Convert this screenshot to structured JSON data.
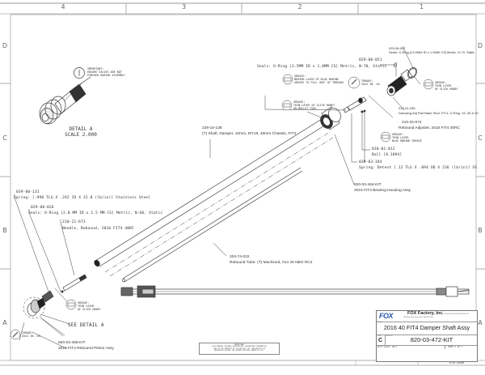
{
  "border": {
    "columns": [
      "4",
      "3",
      "2",
      "1"
    ],
    "rows": [
      "D",
      "C",
      "B",
      "A"
    ]
  },
  "detail_view": {
    "title": "DETAIL  A",
    "scale": "SCALE  2.000",
    "note": "IMPORTANT:\nENSURE VALVES ARE NOT\nPINCHED DURING ASSEMBLY"
  },
  "callouts": {
    "oring_large": {
      "part": "029-08-047",
      "desc": "Seals: O-Ring [13.0MM ID x 1.0MM CS] Metric, N-70, Static"
    },
    "oring_small": {
      "part": "029-08-051",
      "desc": "Seals: O-Ring [3.5MM ID x 1.0MM CS] Metric, N-70, Static"
    },
    "base_stud": {
      "part": "210-24-256",
      "desc": "Damping Adj Part Base Stud, FIT4, O-Ring, 34, 36 & 40"
    },
    "rebound_adjuster": {
      "part": "210-22-674",
      "desc": "Rebound Adjuster, 2016 FIT4 40RC"
    },
    "ball": {
      "part": "010-01-012",
      "desc": "Ball [0.1094]"
    },
    "detent_spring": {
      "part": "039-03-344",
      "desc": "Spring: Detent [.12 TLG X .094 OD X 236 (lb/in)] SS"
    },
    "bearing_housing": {
      "part": "820-03-464-KIT",
      "desc": "2016 FIT4 Bearing Housing Assy"
    },
    "shaft": {
      "part": "229-10-138",
      "desc": "(T) Shaft, Damper, 10mm, MY16, 40mm Chassis, FIT4"
    },
    "spring_ss": {
      "part": "039-00-131",
      "desc": "Spring: [.990 TLG X .242 ID X 22.0 (lb/in)] Stainless Steel"
    },
    "oring_needle": {
      "part": "029-08-026",
      "desc": "Seals: O-Ring [2.0 MM ID x 1.5 MM CS] Metric, N-60, Static"
    },
    "needle": {
      "part": "210-22-673",
      "desc": "Needle, Rebound, 2016 FIT4 40RC"
    },
    "rebound_tube": {
      "part": "204-74-022",
      "desc": "Rebound Tube: (T) Machined, 014 40 NBO RC2"
    },
    "piston_assy": {
      "part": "820-03-465-KIT",
      "desc": "2016 FIT4 Rebound Piston Assy"
    },
    "see_detail": "SEE DETAIL  A"
  },
  "notes": {
    "grease_blue_threads": "GREASE:\nMEDIUM LAYER OF BLUE MARINE\nGREASE TO FULL 360° OF THREADS",
    "torque_top": "TORQUE:\n20±2 IN. LB.",
    "grease_slick_bullet": "GREASE:\nTHIN LAYER OF SLICK HONEY\nON BULLET TOOL",
    "grease_slick_top": "GREASE:\nTHIN LAYER\nOF SLICK HONEY",
    "grease_blue_thin": "GREASE:\nTHIN LAYER\nBLUE MARINE GREASE",
    "grease_slick_bottom": "GREASE:\nTHIN LAYER\nOF SLICK HONEY",
    "torque_bottom": "TORQUE:\n20±2 IN. LB."
  },
  "proprietary": "PROPRIETARY\nTHIS DRAWING CONTAINS CONFIDENTIAL, PROPRIETARY INFORMATION\nTHAT IS THE PROPERTY OF FOX FACTORY, INC. AND MAY NOT BE\nREPRODUCED WITHOUT THE EXPRESS WRITTEN CONSENT OF FOX.",
  "title_block": {
    "logo": "FOX",
    "company": "FOX Factory, Inc.",
    "address": "130 Hangar Way, Watsonville, CA 95076 USA",
    "phone": "PH 831-768-1100  FAX 831-768-9312",
    "title_label": "TITLE",
    "title": "2016 40 FIT4 Damper Shaft Assy",
    "size_label": "SIZE",
    "size": "C",
    "dwg_label": "DWG NO.",
    "dwg_no": "820-03-472-KIT",
    "plot_scale": "PLOT SCALE: 00:1",
    "sheet": "SHEET 1 OF 1",
    "footer": "ProE ASSEM"
  },
  "colors": {
    "line": "#3a3a3a",
    "border": "#888888",
    "logo_blue": "#2b55a8"
  }
}
